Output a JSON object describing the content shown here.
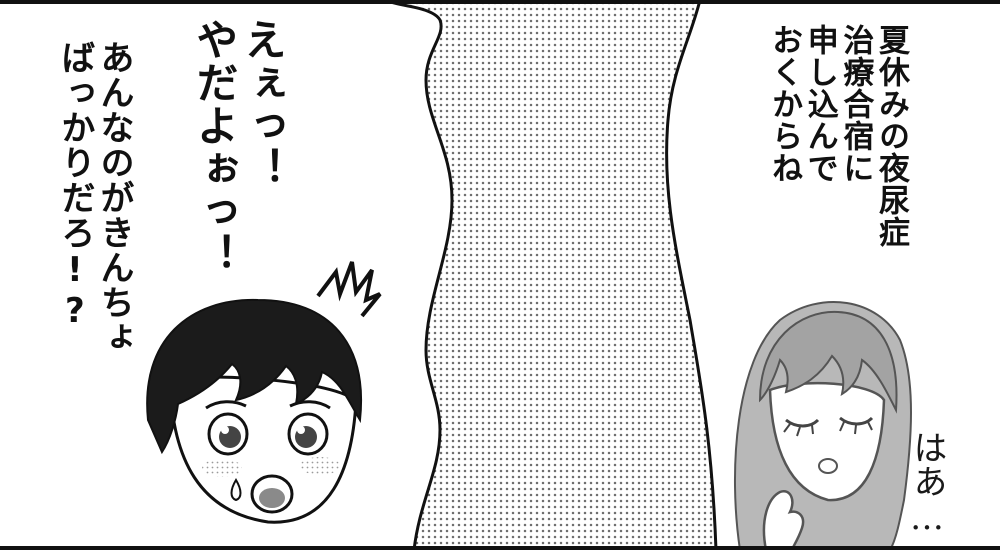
{
  "dialogue": {
    "left_bubble": "あんなのがきんちょ\nばっかりだろ!?",
    "shout": "えぇっ！\nやだよぉっ！",
    "right_bubble": "夏休みの夜尿症\n治療合宿に\n申し込んで\nおくからね",
    "sigh_sfx": "はあ…"
  },
  "colors": {
    "ink": "#111111",
    "screentone": "#777777",
    "paper": "#ffffff",
    "blush": "#bdbdbd",
    "hair_dark": "#1b1b1b",
    "hair_light": "#8a8a8a"
  },
  "icons": {
    "surprise_mark": "spiky-surprise-mark-icon",
    "sweat_drop": "sweat-drop-icon"
  }
}
